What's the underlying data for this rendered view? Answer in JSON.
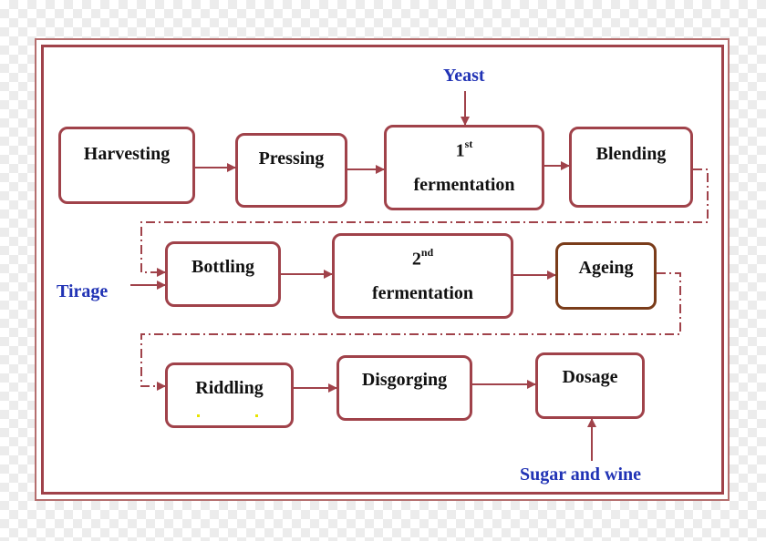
{
  "steps": [
    {
      "id": "harvesting",
      "label": "Harvesting"
    },
    {
      "id": "pressing",
      "label": "Pressing"
    },
    {
      "id": "first_fermentation",
      "number": "1",
      "ordinal": "st",
      "label": "fermentation"
    },
    {
      "id": "blending",
      "label": "Blending"
    },
    {
      "id": "bottling",
      "label": "Bottling"
    },
    {
      "id": "second_fermentation",
      "number": "2",
      "ordinal": "nd",
      "label": "fermentation"
    },
    {
      "id": "ageing",
      "label": "Ageing"
    },
    {
      "id": "riddling",
      "label": "Riddling"
    },
    {
      "id": "disgorging",
      "label": "Disgorging"
    },
    {
      "id": "dosage",
      "label": "Dosage"
    }
  ],
  "inputs": {
    "yeast": "Yeast",
    "tirage": "Tirage",
    "sugar_and_wine": "Sugar and wine"
  },
  "colors": {
    "box_border": "#a0424a",
    "ageing_border": "#7a3c1a",
    "arrow": "#a0424a",
    "input_text": "#2133b5"
  }
}
